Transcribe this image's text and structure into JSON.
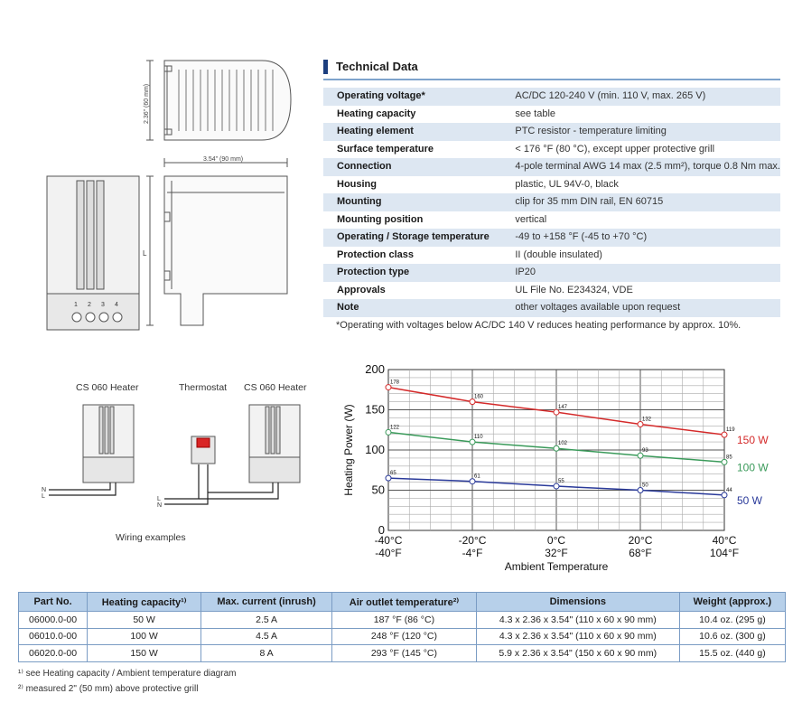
{
  "dimensions": {
    "height_label": "2.36\" (60 mm)",
    "width_label": "3.54\" (90 mm)",
    "length_label": "L",
    "terminals": [
      "1",
      "2",
      "3",
      "4"
    ]
  },
  "technical_data": {
    "title": "Technical Data",
    "rows": [
      {
        "label": "Operating voltage*",
        "value": "AC/DC 120-240 V (min. 110 V, max. 265 V)"
      },
      {
        "label": "Heating capacity",
        "value": "see table"
      },
      {
        "label": "Heating element",
        "value": "PTC resistor - temperature limiting"
      },
      {
        "label": "Surface temperature",
        "value": "< 176 °F (80 °C), except upper protective grill"
      },
      {
        "label": "Connection",
        "value": "4-pole terminal AWG 14 max (2.5 mm²), torque 0.8 Nm max."
      },
      {
        "label": "Housing",
        "value": "plastic, UL 94V-0, black"
      },
      {
        "label": "Mounting",
        "value": "clip for 35 mm DIN rail, EN 60715"
      },
      {
        "label": "Mounting position",
        "value": "vertical"
      },
      {
        "label": "Operating / Storage temperature",
        "value": "-49 to +158 °F (-45 to +70 °C)"
      },
      {
        "label": "Protection class",
        "value": "II (double insulated)"
      },
      {
        "label": "Protection type",
        "value": "IP20"
      },
      {
        "label": "Approvals",
        "value": "UL File No. E234324, VDE"
      },
      {
        "label": "Note",
        "value": "other voltages available upon request"
      }
    ],
    "note": "*Operating with voltages below AC/DC 140 V reduces heating performance by approx. 10%."
  },
  "wiring": {
    "label_heater_1": "CS 060 Heater",
    "label_thermostat": "Thermostat",
    "label_heater_2": "CS 060 Heater",
    "line_l": "L",
    "line_n": "N",
    "caption": "Wiring examples"
  },
  "chart_data": {
    "type": "line",
    "xlabel": "Ambient Temperature",
    "ylabel": "Heating Power (W)",
    "x": [
      -40,
      -20,
      0,
      20,
      40
    ],
    "x_tick_labels_c": [
      "-40°C",
      "-20°C",
      "0°C",
      "20°C",
      "40°C"
    ],
    "x_tick_labels_f": [
      "-40°F",
      "-4°F",
      "32°F",
      "68°F",
      "104°F"
    ],
    "y_ticks": [
      0,
      50,
      100,
      150,
      200
    ],
    "ylim": [
      0,
      200
    ],
    "xlim": [
      -40,
      40
    ],
    "grid": true,
    "series": [
      {
        "name": "150 W",
        "color": "#d42a2a",
        "values": [
          178,
          160,
          147,
          132,
          119
        ]
      },
      {
        "name": "100 W",
        "color": "#3a9a5a",
        "values": [
          122,
          110,
          102,
          93,
          85
        ]
      },
      {
        "name": "50 W",
        "color": "#2a3a9a",
        "values": [
          65,
          61,
          55,
          50,
          44
        ]
      }
    ]
  },
  "parts_table": {
    "headers": [
      "Part No.",
      "Heating capacity¹⁾",
      "Max. current (inrush)",
      "Air outlet temperature²⁾",
      "Dimensions",
      "Weight (approx.)"
    ],
    "rows": [
      [
        "06000.0-00",
        "50 W",
        "2.5 A",
        "187 °F (86 °C)",
        "4.3 x 2.36 x 3.54\" (110 x 60 x 90 mm)",
        "10.4 oz. (295 g)"
      ],
      [
        "06010.0-00",
        "100 W",
        "4.5 A",
        "248 °F (120 °C)",
        "4.3 x 2.36 x 3.54\" (110 x 60 x 90 mm)",
        "10.6 oz. (300 g)"
      ],
      [
        "06020.0-00",
        "150 W",
        "8 A",
        "293 °F (145 °C)",
        "5.9 x 2.36 x 3.54\" (150 x 60 x 90 mm)",
        "15.5 oz. (440 g)"
      ]
    ]
  },
  "footnotes": [
    "¹⁾ see Heating capacity / Ambient temperature diagram",
    "²⁾ measured 2\" (50 mm) above protective grill"
  ]
}
